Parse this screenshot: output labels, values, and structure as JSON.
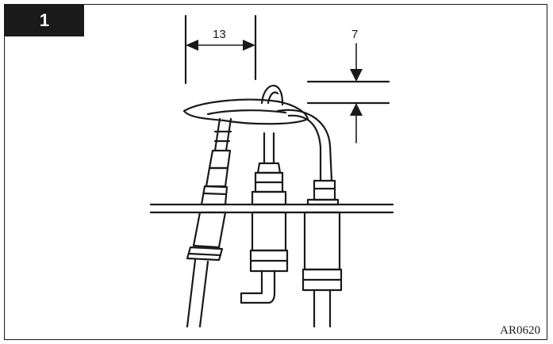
{
  "figure": {
    "number": "1"
  },
  "dimensions": {
    "gap": "13",
    "height": "7"
  },
  "reference_code": "AR0620"
}
